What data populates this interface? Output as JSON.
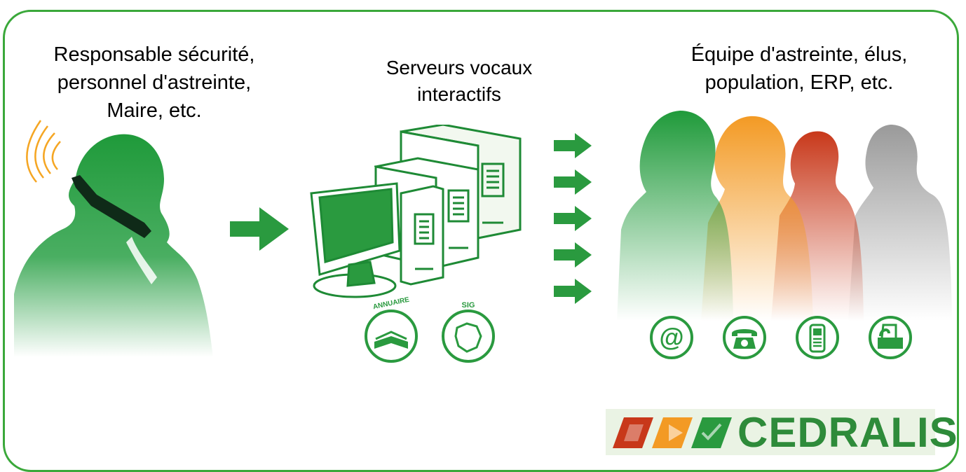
{
  "captions": {
    "left": [
      "Responsable sécurité,",
      "personnel d'astreinte,",
      "Maire, etc."
    ],
    "middle": [
      "Serveurs vocaux",
      "interactifs"
    ],
    "right": [
      "Équipe d'astreinte, élus,",
      "population, ERP, etc."
    ]
  },
  "badges": {
    "annuaire": "ANNUAIRE",
    "sig": "SIG"
  },
  "channel_icons": [
    "email-icon",
    "telephone-icon",
    "mobile-phone-icon",
    "fax-icon"
  ],
  "logo": {
    "text": "CEDRALIS"
  },
  "colors": {
    "green": "#2a9a3f",
    "orange": "#f39a24",
    "red": "#c8381a",
    "gray": "#9a9a9a",
    "border": "#3aa83a"
  }
}
